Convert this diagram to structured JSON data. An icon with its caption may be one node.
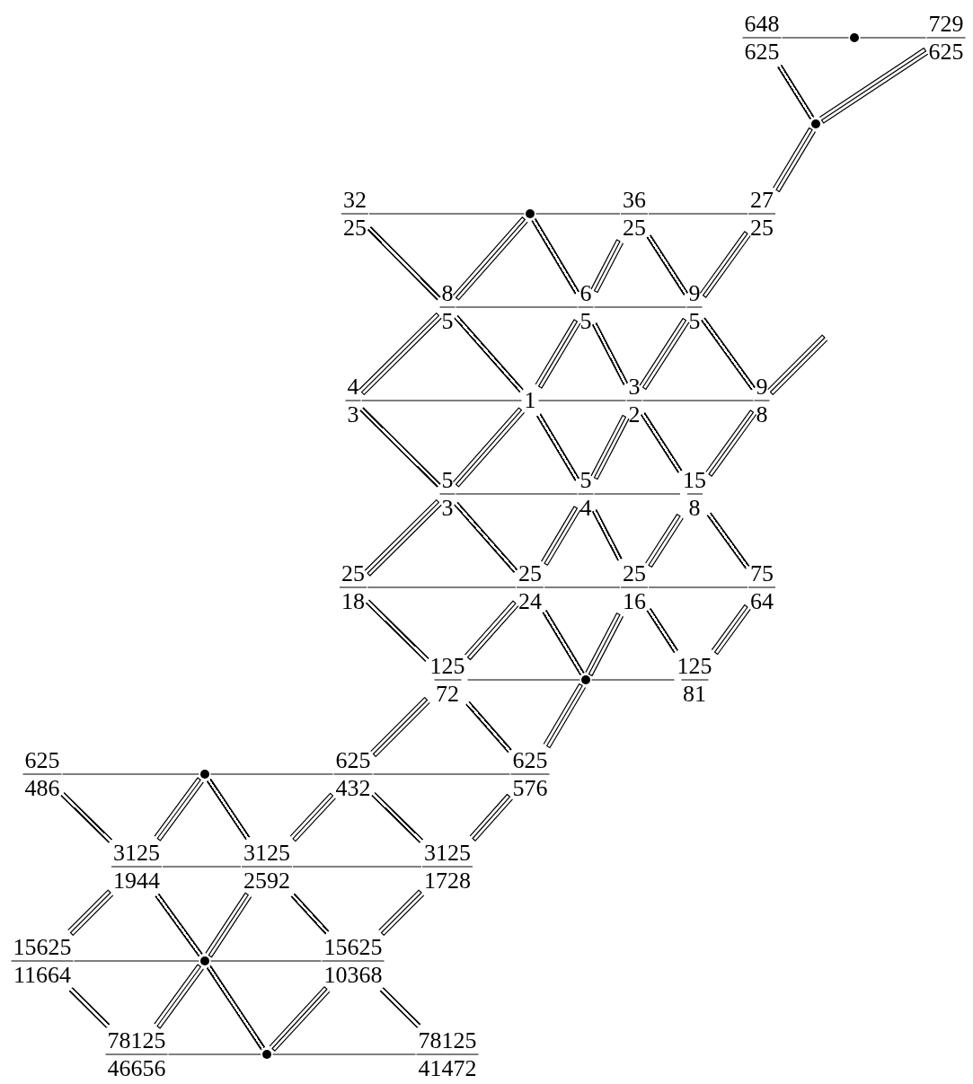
{
  "diagram": {
    "nodes": [
      {
        "text": [
          "648",
          "625"
        ]
      },
      {
        "text": [],
        "shape": "circle"
      },
      {
        "text": [
          "729",
          "625"
        ]
      },
      {
        "text": [],
        "shape": "circle"
      },
      {
        "text": [
          "32",
          "25"
        ]
      },
      {
        "text": [],
        "shape": "circle"
      },
      {
        "text": [
          "36",
          "25"
        ]
      },
      {
        "text": [
          "27",
          "25"
        ]
      },
      {
        "text": [
          "8",
          "5"
        ]
      },
      {
        "text": [
          "6",
          "5"
        ]
      },
      {
        "text": [
          "9",
          "5"
        ]
      },
      {
        "text": [
          "4",
          "3"
        ]
      },
      {
        "text": [
          "1"
        ]
      },
      {
        "text": [
          "3",
          "2"
        ]
      },
      {
        "text": [
          "9",
          "8"
        ]
      },
      {
        "text": [
          "5",
          "3"
        ]
      },
      {
        "text": [
          "5",
          "4"
        ]
      },
      {
        "text": [
          "15",
          "8"
        ]
      },
      {
        "text": [
          "25",
          "18"
        ]
      },
      {
        "text": [
          "25",
          "24"
        ]
      },
      {
        "text": [
          "25",
          "16"
        ]
      },
      {
        "text": [
          "75",
          "64"
        ]
      },
      {
        "text": [
          "125",
          "72"
        ]
      },
      {
        "text": [],
        "shape": "circle"
      },
      {
        "text": [
          "125",
          "81"
        ]
      },
      {
        "text": [
          "625",
          "486"
        ]
      },
      {
        "text": [],
        "shape": "circle"
      },
      {
        "text": [
          "625",
          "432"
        ]
      },
      {
        "text": [
          "625",
          "576"
        ]
      },
      {
        "text": [
          "3125",
          "1944"
        ]
      },
      {
        "text": [
          "3125",
          "2592"
        ]
      },
      {
        "text": [
          "3125",
          "1728"
        ]
      },
      {
        "text": [
          "15625",
          "11664"
        ]
      },
      {
        "text": [],
        "shape": "circle"
      },
      {
        "text": [
          "15625",
          "10368"
        ]
      },
      {
        "text": [
          "78125",
          "46656"
        ]
      },
      {
        "text": [],
        "shape": "circle"
      },
      {
        "text": [
          "78125",
          "41472"
        ]
      }
    ],
    "edges": [
      {
        "from": 0,
        "to": 1,
        "arrow": "none"
      },
      {
        "from": 1,
        "to": 2,
        "arrow": "none"
      },
      {
        "from": 0,
        "to": 3,
        "arrow": "none"
      },
      {
        "from": 2,
        "to": 3,
        "arrow": "none"
      },
      {
        "from": 3,
        "to": 7,
        "arrow": "none"
      },
      {
        "from": 4,
        "to": 5,
        "arrow": "none"
      },
      {
        "from": 5,
        "to": 6,
        "arrow": "none"
      },
      {
        "from": 6,
        "to": 7,
        "arrow": "none"
      },
      {
        "from": 4,
        "to": 8,
        "arrow": "none"
      },
      {
        "from": 5,
        "to": 8,
        "arrow": "none"
      },
      {
        "from": 5,
        "to": 9,
        "arrow": "none"
      },
      {
        "from": 6,
        "to": 9,
        "arrow": "none"
      },
      {
        "from": 6,
        "to": 10,
        "arrow": "none"
      },
      {
        "from": 7,
        "to": 10,
        "arrow": "none"
      },
      {
        "from": 8,
        "to": 9,
        "arrow": "none"
      },
      {
        "from": 9,
        "to": 10,
        "arrow": "none"
      },
      {
        "from": 8,
        "to": 11,
        "arrow": "none"
      },
      {
        "from": 8,
        "to": 12,
        "arrow": "none"
      },
      {
        "from": 9,
        "to": 12,
        "arrow": "none"
      },
      {
        "from": 9,
        "to": 13,
        "arrow": "none"
      },
      {
        "from": 10,
        "to": 13,
        "arrow": "none"
      },
      {
        "from": 10,
        "to": 14,
        "arrow": "none"
      },
      {
        "from": null,
        "to": 14,
        "arrow": "none"
      },
      {
        "from": 11,
        "to": 12,
        "arrow": "none"
      },
      {
        "from": 12,
        "to": 13,
        "arrow": "none"
      },
      {
        "from": 13,
        "to": 14,
        "arrow": "none"
      },
      {
        "from": 11,
        "to": 15,
        "arrow": "none"
      },
      {
        "from": 12,
        "to": 15,
        "arrow": "none"
      },
      {
        "from": 12,
        "to": 16,
        "arrow": "none"
      },
      {
        "from": 13,
        "to": 16,
        "arrow": "none"
      },
      {
        "from": 13,
        "to": 17,
        "arrow": "none"
      },
      {
        "from": 14,
        "to": 17,
        "arrow": "none"
      },
      {
        "from": 15,
        "to": 16,
        "arrow": "none"
      },
      {
        "from": 16,
        "to": 17,
        "arrow": "none"
      },
      {
        "from": 15,
        "to": 18,
        "arrow": "none"
      },
      {
        "from": 15,
        "to": 19,
        "arrow": "none"
      },
      {
        "from": 16,
        "to": 19,
        "arrow": "none"
      },
      {
        "from": 16,
        "to": 20,
        "arrow": "none"
      },
      {
        "from": 17,
        "to": 20,
        "arrow": "none"
      },
      {
        "from": 17,
        "to": 21,
        "arrow": "none"
      },
      {
        "from": 18,
        "to": 19,
        "arrow": "none"
      },
      {
        "from": 19,
        "to": 20,
        "arrow": "none"
      },
      {
        "from": 20,
        "to": 21,
        "arrow": "none"
      },
      {
        "from": 18,
        "to": 22,
        "arrow": "none"
      },
      {
        "from": 19,
        "to": 22,
        "arrow": "none"
      },
      {
        "from": 19,
        "to": 23,
        "arrow": "none"
      },
      {
        "from": 20,
        "to": 23,
        "arrow": "none"
      },
      {
        "from": 20,
        "to": 24,
        "arrow": "none"
      },
      {
        "from": 21,
        "to": 24,
        "arrow": "none"
      },
      {
        "from": 22,
        "to": 23,
        "arrow": "none"
      },
      {
        "from": 23,
        "to": 24,
        "arrow": "none"
      },
      {
        "from": 22,
        "to": 27,
        "arrow": "none"
      },
      {
        "from": 22,
        "to": 28,
        "arrow": "none"
      },
      {
        "from": 23,
        "to": 28,
        "arrow": "none"
      },
      {
        "from": 25,
        "to": 26,
        "arrow": "none"
      },
      {
        "from": 26,
        "to": 27,
        "arrow": "none"
      },
      {
        "from": 27,
        "to": 28,
        "arrow": "none"
      },
      {
        "from": 25,
        "to": 29,
        "arrow": "none"
      },
      {
        "from": 26,
        "to": 29,
        "arrow": "none"
      },
      {
        "from": 26,
        "to": 30,
        "arrow": "none"
      },
      {
        "from": 27,
        "to": 30,
        "arrow": "none"
      },
      {
        "from": 27,
        "to": 31,
        "arrow": "none"
      },
      {
        "from": 28,
        "to": 31,
        "arrow": "none"
      },
      {
        "from": 29,
        "to": 30,
        "arrow": "none"
      },
      {
        "from": 30,
        "to": 31,
        "arrow": "none"
      },
      {
        "from": 29,
        "to": 32,
        "arrow": "none"
      },
      {
        "from": 29,
        "to": 33,
        "arrow": "none"
      },
      {
        "from": 30,
        "to": 33,
        "arrow": "none"
      },
      {
        "from": 30,
        "to": 34,
        "arrow": "none"
      },
      {
        "from": 31,
        "to": 34,
        "arrow": "none"
      },
      {
        "from": 32,
        "to": 33,
        "arrow": "none"
      },
      {
        "from": 33,
        "to": 34,
        "arrow": "none"
      },
      {
        "from": 32,
        "to": 35,
        "arrow": "none"
      },
      {
        "from": 33,
        "to": 35,
        "arrow": "none"
      },
      {
        "from": 33,
        "to": 36,
        "arrow": "none"
      },
      {
        "from": 34,
        "to": 36,
        "arrow": "none"
      },
      {
        "from": 34,
        "to": 37,
        "arrow": "none"
      },
      {
        "from": 35,
        "to": 36,
        "arrow": "none"
      },
      {
        "from": 36,
        "to": 37,
        "arrow": "none"
      }
    ]
  }
}
